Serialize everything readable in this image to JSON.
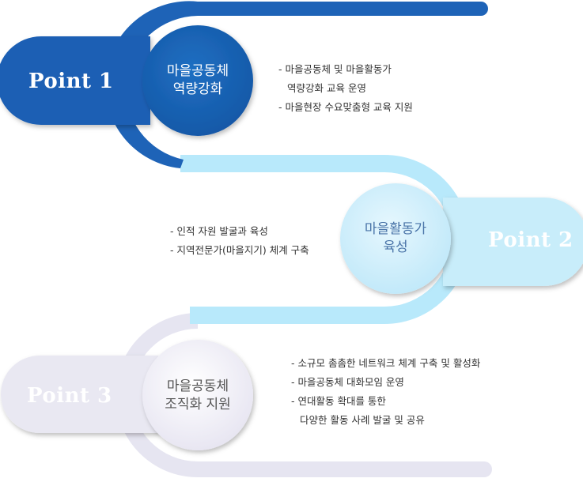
{
  "points": [
    {
      "label": "Point 1",
      "title_line1": "마을공동체",
      "title_line2": "역량강화",
      "bullets": [
        "- 마을공동체 및 마을활동가",
        "  역량강화 교육 운영",
        "- 마을현장 수요맞춤형 교육 지원"
      ]
    },
    {
      "label": "Point 2",
      "title_line1": "마을활동가",
      "title_line2": "육성",
      "bullets": [
        "- 인적 자원 발굴과 육성",
        "- 지역전문가(마을지기) 체계 구축"
      ]
    },
    {
      "label": "Point 3",
      "title_line1": "마을공동체",
      "title_line2": "조직화 지원",
      "bullets": [
        "- 소규모 촘촘한 네트워크  체계 구축 및 활성화",
        "- 마을공동체 대화모임 운영",
        "- 연대활동 확대를 통한",
        "  다양한 활동 사례 발굴 및 공유"
      ]
    }
  ],
  "colors": {
    "point1": "#1a5fb4",
    "point2": "#b3e6f8",
    "point3": "#ecebf5"
  }
}
